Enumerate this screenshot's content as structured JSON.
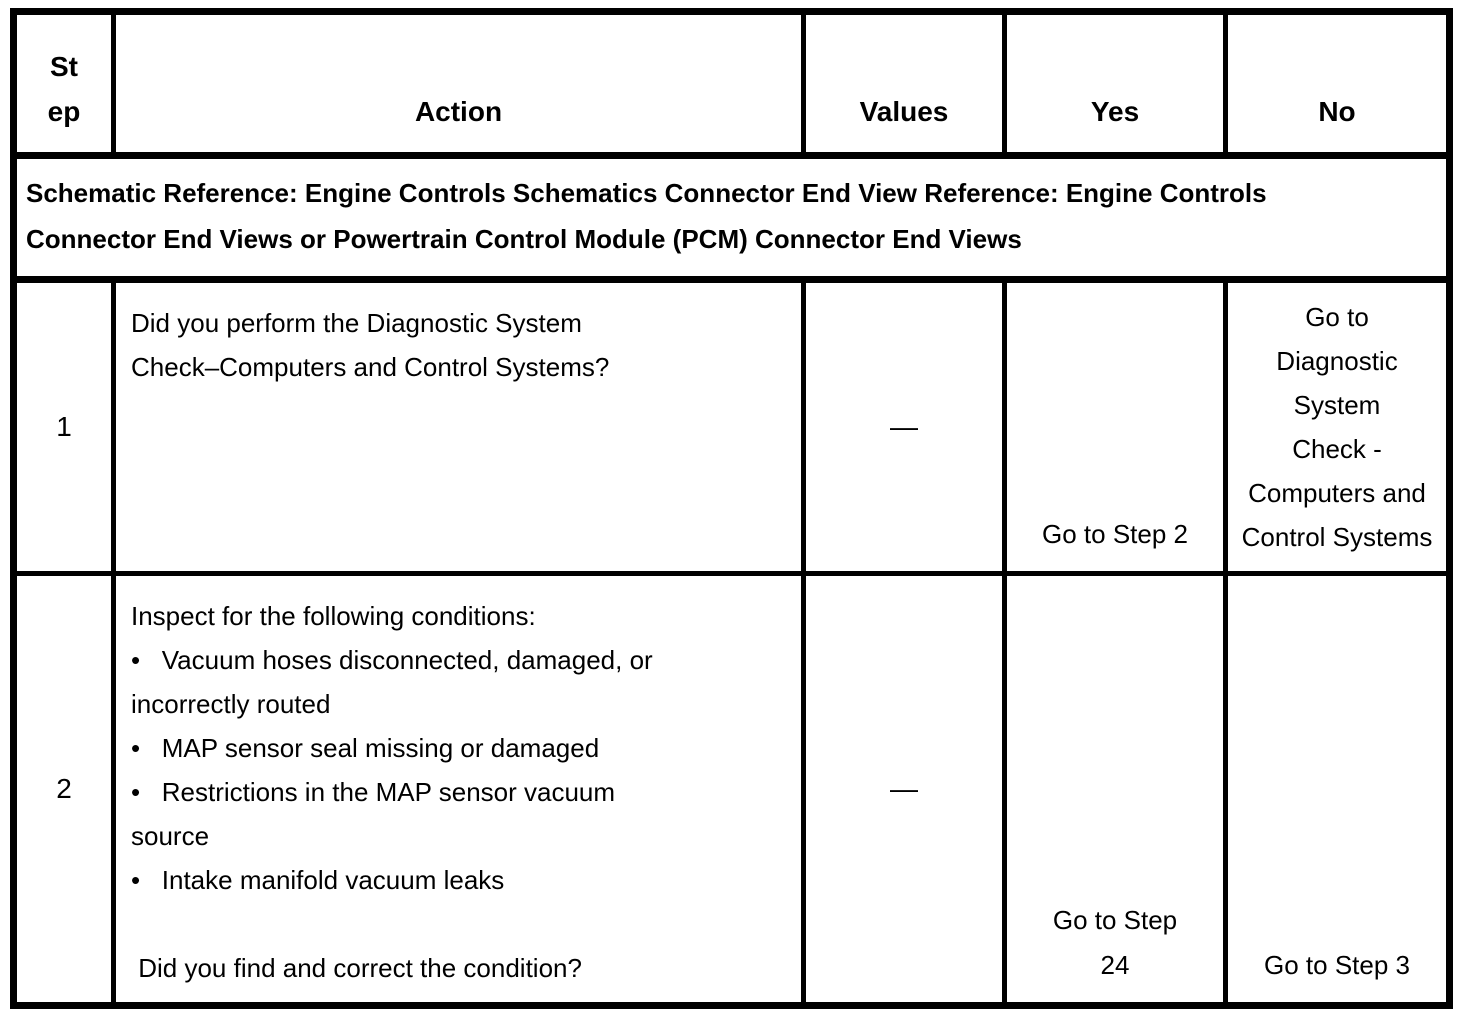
{
  "table": {
    "headers": {
      "step_lines": [
        "St",
        "ep"
      ],
      "action": "Action",
      "values": "Values",
      "yes": "Yes",
      "no": "No"
    },
    "schematic_note_lines": [
      "Schematic Reference: Engine Controls Schematics Connector End View Reference: Engine Controls",
      "Connector End Views or Powertrain Control Module (PCM) Connector End Views"
    ],
    "rows": [
      {
        "step": "1",
        "action_lines": [
          "Did you perform the Diagnostic System",
          "Check–Computers and Control Systems?"
        ],
        "values": "—",
        "yes_lines": [
          "Go to Step 2"
        ],
        "no_lines": [
          "Go to",
          "Diagnostic",
          "System",
          "Check -",
          "Computers and",
          "Control Systems"
        ]
      },
      {
        "step": "2",
        "action_lines": [
          "Inspect for the following conditions:",
          "•   Vacuum hoses disconnected, damaged, or",
          "incorrectly routed",
          "•   MAP sensor seal missing or damaged",
          "•   Restrictions in the MAP sensor vacuum",
          "source",
          "•   Intake manifold vacuum leaks",
          "",
          " Did you find and correct the condition?"
        ],
        "values": "—",
        "yes_lines": [
          "Go to Step",
          "24"
        ],
        "no_lines": [
          "Go to Step 3"
        ]
      }
    ]
  }
}
